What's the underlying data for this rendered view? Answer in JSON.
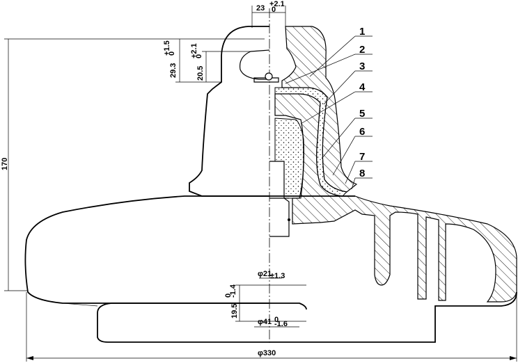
{
  "part_numbers": [
    "1",
    "2",
    "3",
    "4",
    "5",
    "6",
    "7",
    "8"
  ],
  "dimensions": {
    "pin_width": "23",
    "pin_width_tol": "+2.1\n0",
    "cap_height": "29.3",
    "cap_height_tol": "+1.5\n0",
    "socket_depth": "20.5",
    "socket_depth_tol": "+2.1\n0",
    "total_height": "170",
    "inner_dia": "φ21",
    "inner_dia_tol": "±1.3",
    "rib_height": "19.5",
    "rib_height_tol": "0\n-1.4",
    "pin_dia": "φ41",
    "pin_dia_tol": "0\n-1.6",
    "shed_dia": "φ330"
  }
}
